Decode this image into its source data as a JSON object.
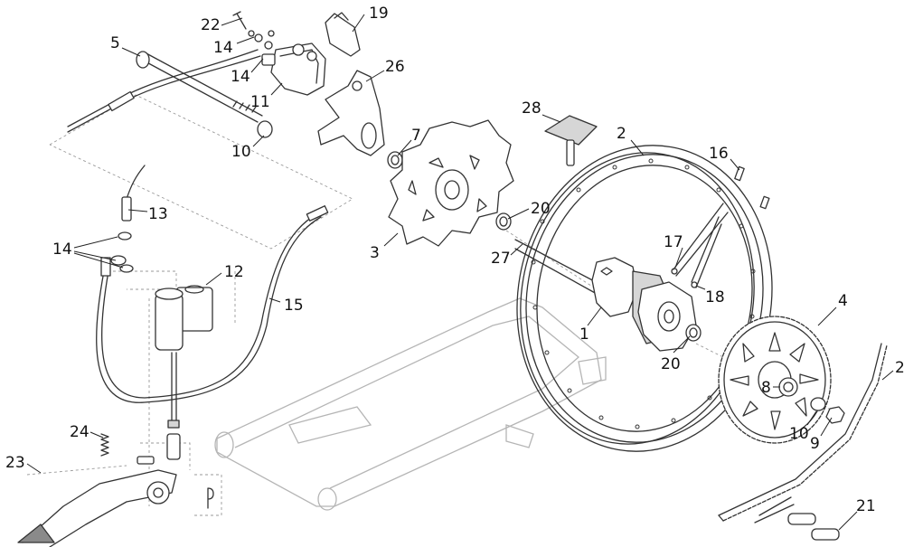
{
  "callouts": [
    {
      "id": "c1",
      "label": "1"
    },
    {
      "id": "c2",
      "label": "2"
    },
    {
      "id": "c3",
      "label": "3"
    },
    {
      "id": "c4",
      "label": "4"
    },
    {
      "id": "c5",
      "label": "5"
    },
    {
      "id": "c7",
      "label": "7"
    },
    {
      "id": "c8",
      "label": "8"
    },
    {
      "id": "c9",
      "label": "9"
    },
    {
      "id": "c10a",
      "label": "10"
    },
    {
      "id": "c10b",
      "label": "10"
    },
    {
      "id": "c11",
      "label": "11"
    },
    {
      "id": "c12",
      "label": "12"
    },
    {
      "id": "c13",
      "label": "13"
    },
    {
      "id": "c14a",
      "label": "14"
    },
    {
      "id": "c14b",
      "label": "14"
    },
    {
      "id": "c14c",
      "label": "14"
    },
    {
      "id": "c15",
      "label": "15"
    },
    {
      "id": "c16",
      "label": "16"
    },
    {
      "id": "c17",
      "label": "17"
    },
    {
      "id": "c18",
      "label": "18"
    },
    {
      "id": "c19",
      "label": "19"
    },
    {
      "id": "c20a",
      "label": "20"
    },
    {
      "id": "c20b",
      "label": "20"
    },
    {
      "id": "c21",
      "label": "21"
    },
    {
      "id": "c22",
      "label": "22"
    },
    {
      "id": "c23",
      "label": "23"
    },
    {
      "id": "c24",
      "label": "24"
    },
    {
      "id": "c25",
      "label": "2"
    },
    {
      "id": "c26",
      "label": "26"
    },
    {
      "id": "c27",
      "label": "27"
    },
    {
      "id": "c28",
      "label": "28"
    }
  ]
}
